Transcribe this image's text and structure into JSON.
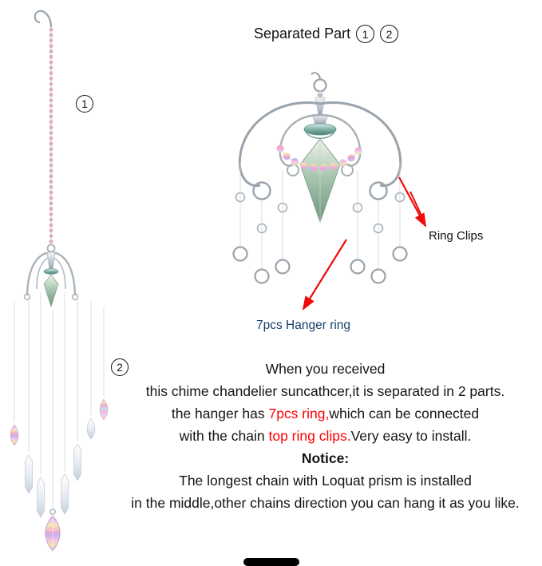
{
  "header": {
    "title": "Separated Part",
    "badge1": "1",
    "badge2": "2"
  },
  "annotations": {
    "part1_badge": "1",
    "part2_badge": "2",
    "ring_clips_label": "Ring Clips",
    "hanger_ring_label": "7pcs Hanger ring"
  },
  "description": {
    "line1": "When you received",
    "line2": "this chime chandelier suncathcer,it is separated in 2 parts.",
    "line3_prefix": "the hanger has ",
    "line3_highlight": "7pcs ring,",
    "line3_suffix": "which can be connected",
    "line4_prefix": "with the chain ",
    "line4_highlight": "top ring clips.",
    "line4_suffix": "Very easy to install.",
    "notice_title": "Notice:",
    "notice_line1": "The longest chain with Loquat prism is installed",
    "notice_line2": "in the middle,other chains direction you can hang it as you like."
  },
  "colors": {
    "highlight_red": "#ff0000",
    "hanger_label_blue": "#173f6b",
    "arrow_red": "#f10808"
  }
}
